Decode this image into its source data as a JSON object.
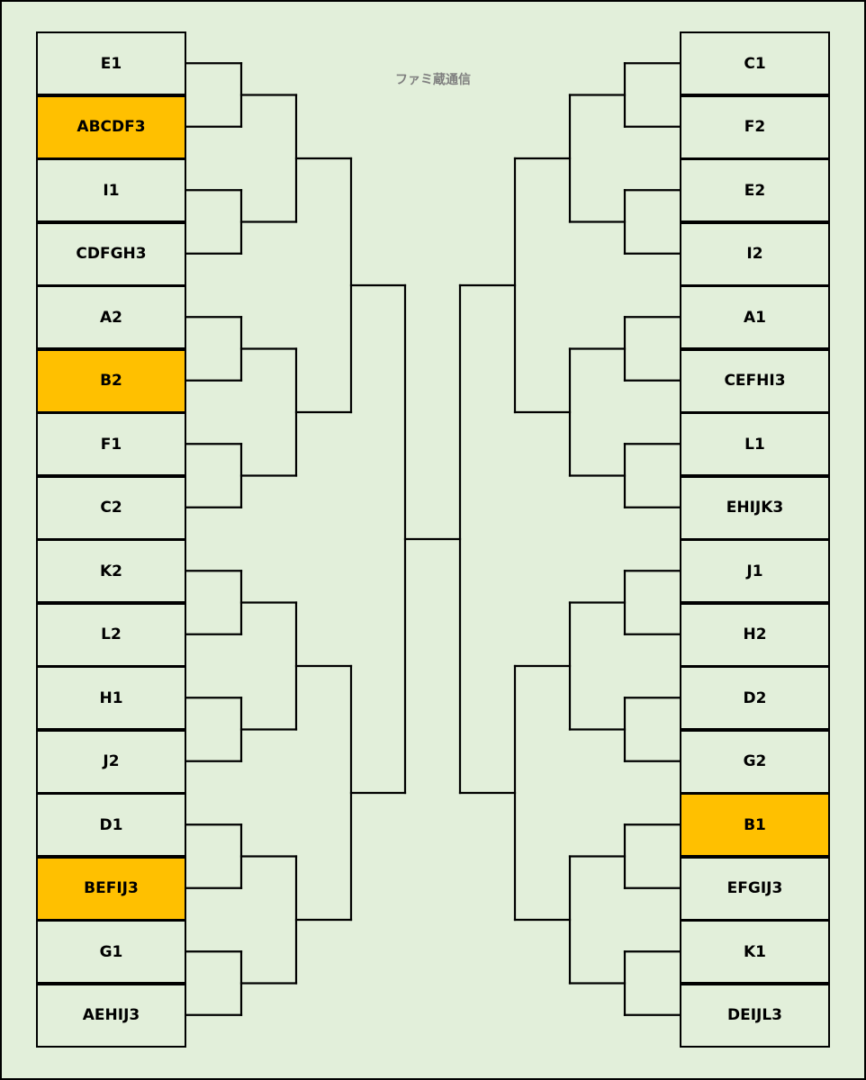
{
  "credit": "ファミ蔵通信",
  "colors": {
    "background": "#e2efda",
    "highlight": "#ffc000",
    "line": "#000000"
  },
  "left": [
    {
      "label": "E1",
      "highlight": false
    },
    {
      "label": "ABCDF3",
      "highlight": true
    },
    {
      "label": "I1",
      "highlight": false
    },
    {
      "label": "CDFGH3",
      "highlight": false
    },
    {
      "label": "A2",
      "highlight": false
    },
    {
      "label": "B2",
      "highlight": true
    },
    {
      "label": "F1",
      "highlight": false
    },
    {
      "label": "C2",
      "highlight": false
    },
    {
      "label": "K2",
      "highlight": false
    },
    {
      "label": "L2",
      "highlight": false
    },
    {
      "label": "H1",
      "highlight": false
    },
    {
      "label": "J2",
      "highlight": false
    },
    {
      "label": "D1",
      "highlight": false
    },
    {
      "label": "BEFIJ3",
      "highlight": true
    },
    {
      "label": "G1",
      "highlight": false
    },
    {
      "label": "AEHIJ3",
      "highlight": false
    }
  ],
  "right": [
    {
      "label": "C1",
      "highlight": false
    },
    {
      "label": "F2",
      "highlight": false
    },
    {
      "label": "E2",
      "highlight": false
    },
    {
      "label": "I2",
      "highlight": false
    },
    {
      "label": "A1",
      "highlight": false
    },
    {
      "label": "CEFHI3",
      "highlight": false
    },
    {
      "label": "L1",
      "highlight": false
    },
    {
      "label": "EHIJK3",
      "highlight": false
    },
    {
      "label": "J1",
      "highlight": false
    },
    {
      "label": "H2",
      "highlight": false
    },
    {
      "label": "D2",
      "highlight": false
    },
    {
      "label": "G2",
      "highlight": false
    },
    {
      "label": "B1",
      "highlight": true
    },
    {
      "label": "EFGIJ3",
      "highlight": false
    },
    {
      "label": "K1",
      "highlight": false
    },
    {
      "label": "DEIJL3",
      "highlight": false
    }
  ]
}
